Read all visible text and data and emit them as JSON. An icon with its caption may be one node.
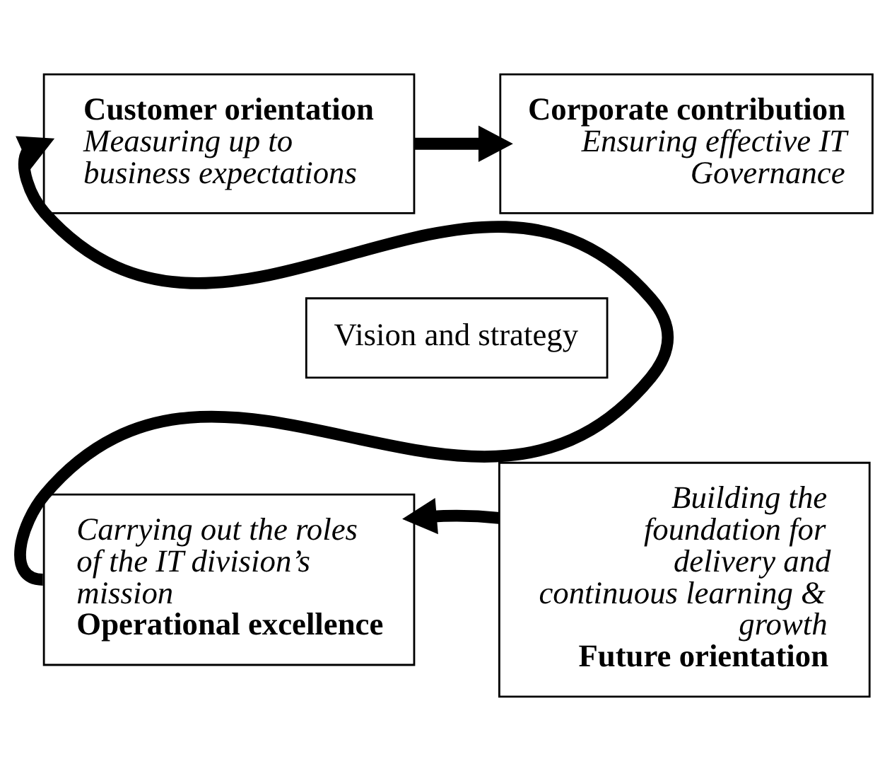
{
  "diagram": {
    "nodes": [
      {
        "text": [
          "Customer orientation",
          "Measuring up to business expectations"
        ]
      },
      {
        "text": [
          "Corporate contribution",
          "Ensuring effective IT Governance"
        ]
      },
      {
        "text": [
          "Vision and strategy"
        ]
      },
      {
        "text": [
          "Carrying out the roles of the IT division’s mission",
          "Operational excellence"
        ]
      },
      {
        "text": [
          "Building the foundation for delivery and continuous learning & growth",
          "Future orientation"
        ]
      }
    ],
    "edges": [
      {
        "from": 0,
        "to": 1,
        "arrow": "to"
      },
      {
        "from": 4,
        "to": 3,
        "arrow": "to"
      },
      {
        "from": 3,
        "to": 0,
        "arrow": "to"
      }
    ]
  }
}
